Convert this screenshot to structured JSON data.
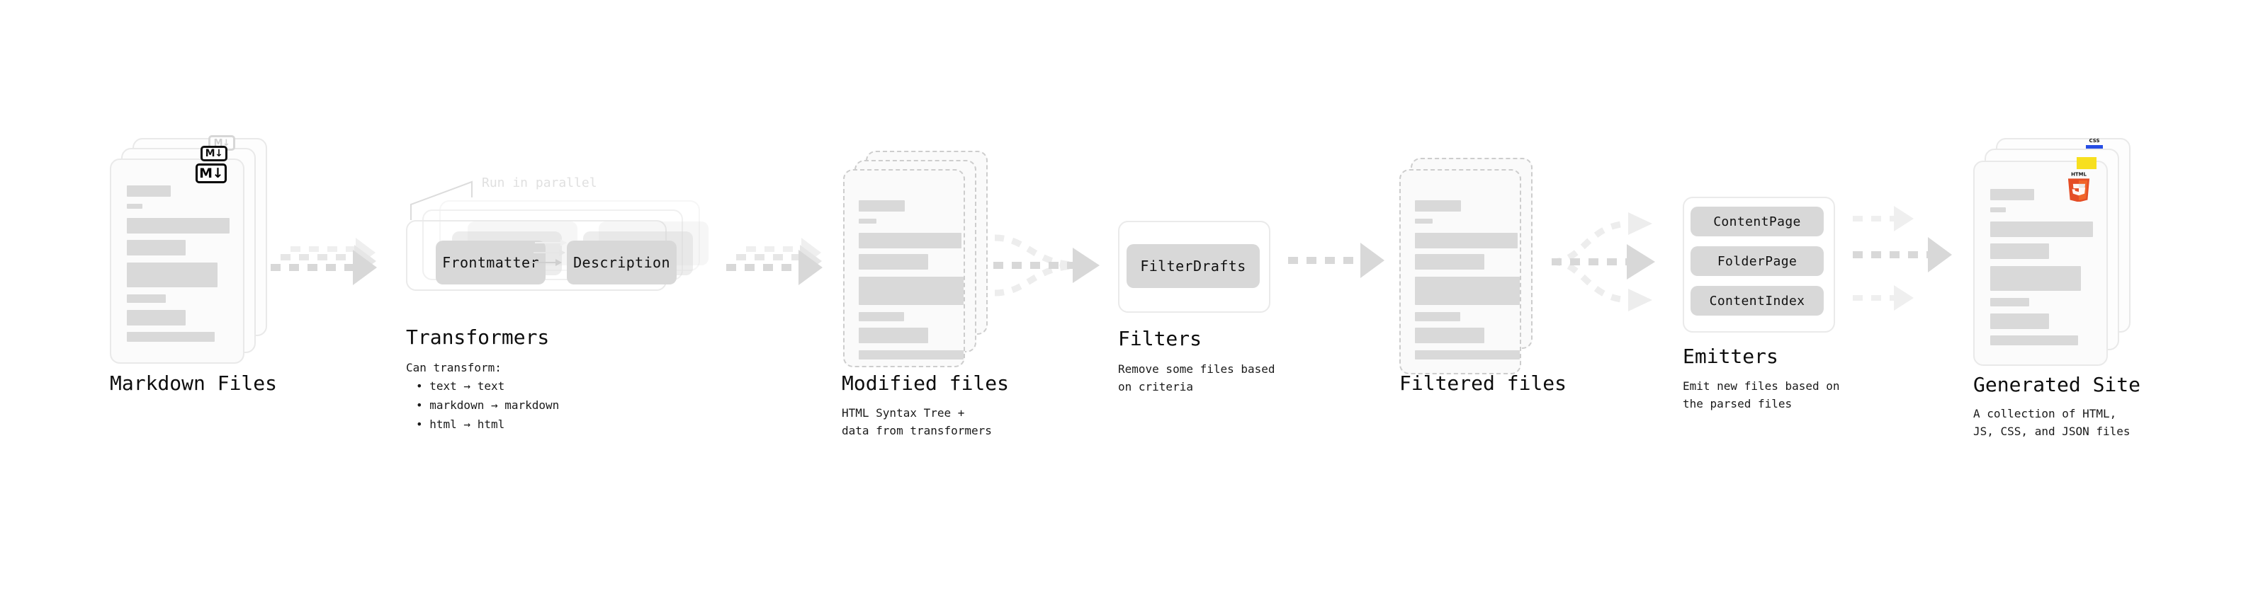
{
  "diagram": {
    "title_font_note": "",
    "stages": [
      {
        "id": "markdown-files",
        "title": "Markdown Files",
        "subtitle": "",
        "badge": "M↓",
        "badge_name": "markdown-badge"
      },
      {
        "id": "transformers",
        "title": "Transformers",
        "subtitle": "Can transform:",
        "bullets": [
          "• text → text",
          "• markdown → markdown",
          "• html → html"
        ],
        "annotation": "Run in parallel",
        "chips": [
          "Frontmatter",
          "Description"
        ]
      },
      {
        "id": "modified-files",
        "title": "Modified files",
        "subtitle": "HTML Syntax Tree +\ndata from transformers"
      },
      {
        "id": "filters",
        "title": "Filters",
        "subtitle": "Remove some files based\non criteria",
        "chips": [
          "FilterDrafts"
        ]
      },
      {
        "id": "filtered-files",
        "title": "Filtered files",
        "subtitle": ""
      },
      {
        "id": "emitters",
        "title": "Emitters",
        "subtitle": "Emit new files based on\nthe parsed files",
        "chips": [
          "ContentPage",
          "FolderPage",
          "ContentIndex"
        ]
      },
      {
        "id": "generated-site",
        "title": "Generated Site",
        "subtitle": "A collection of HTML,\nJS, CSS, and JSON files",
        "badges": [
          "HTML5",
          "JS",
          "CSS"
        ]
      }
    ]
  },
  "colors": {
    "background": "#ffffff",
    "card_fill": "#fbfbfb",
    "card_border": "#e9e9e9",
    "dashed_border": "#cdcdcd",
    "bar_fill": "#d9d9d9",
    "chip_fill": "#d8d8d8",
    "arrow_fill": "#d8d8d8",
    "text": "#0d0d0d",
    "annotation": "#e0e0e0",
    "html5_orange": "#e44d26",
    "html5_orange_light": "#f16529",
    "js_yellow": "#f7df1e",
    "css_blue": "#264de4"
  },
  "labels": {
    "html5": "HTML",
    "html5_digit": "5",
    "css": "CSS"
  }
}
